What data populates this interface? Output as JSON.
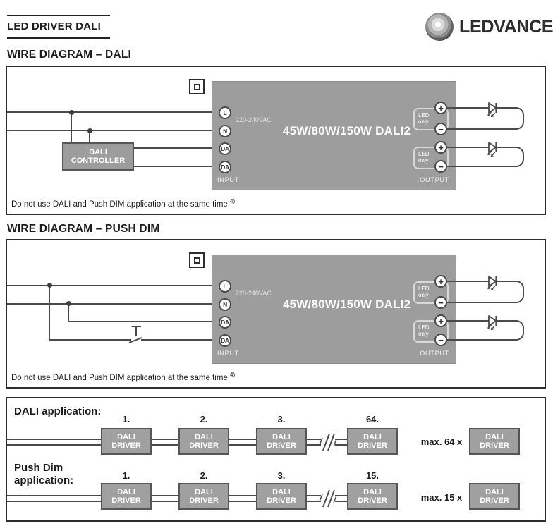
{
  "header": {
    "title": "LED DRIVER DALI",
    "brand": "LEDVANCE"
  },
  "sections": {
    "dali": {
      "heading": "WIRE DIAGRAM – DALI",
      "footnote": "Do not use DALI and Push DIM application at the same time.",
      "footnote_sup": "4)"
    },
    "pushdim": {
      "heading": "WIRE DIAGRAM – PUSH DIM",
      "footnote": "Do not use DALI and Push DIM application at the same time.",
      "footnote_sup": "4)"
    }
  },
  "driver": {
    "model": "45W/80W/150W DALI2",
    "voltage": "220-240VAC",
    "input_label": "INPUT",
    "output_label": "OUTPUT",
    "terminals": [
      "L",
      "N",
      "DA",
      "DA"
    ],
    "led_only": "LED only",
    "plus": "+",
    "minus": "−"
  },
  "controller": {
    "label": "DALI CONTROLLER"
  },
  "apps": {
    "dali": {
      "label": "DALI application:",
      "numbers": [
        "1.",
        "2.",
        "3.",
        "64."
      ],
      "max": "max. 64 x",
      "box": "DALI DRIVER"
    },
    "pushdim": {
      "label": "Push Dim application:",
      "numbers": [
        "1.",
        "2.",
        "3.",
        "15."
      ],
      "max": "max. 15 x",
      "box": "DALI DRIVER"
    }
  },
  "colors": {
    "box_gray": "#9d9d9d",
    "box_border": "#565656",
    "wire": "#4a4a4a",
    "frame": "#2e2e2e",
    "text": "#1c1c1c"
  }
}
